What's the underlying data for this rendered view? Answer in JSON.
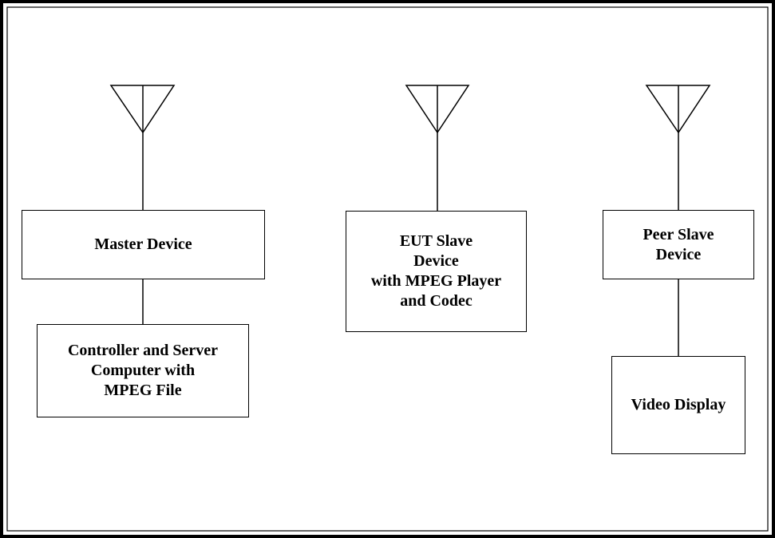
{
  "diagram": {
    "boxes": {
      "master_device": "Master Device",
      "controller_server": "Controller and Server\nComputer with\nMPEG File",
      "eut_slave": "EUT Slave\nDevice\nwith MPEG Player\nand Codec",
      "peer_slave": "Peer Slave\nDevice",
      "video_display": "Video Display"
    }
  },
  "colors": {
    "line": "#000000",
    "background": "#ffffff"
  },
  "icons": {
    "antenna": "antenna-icon"
  }
}
